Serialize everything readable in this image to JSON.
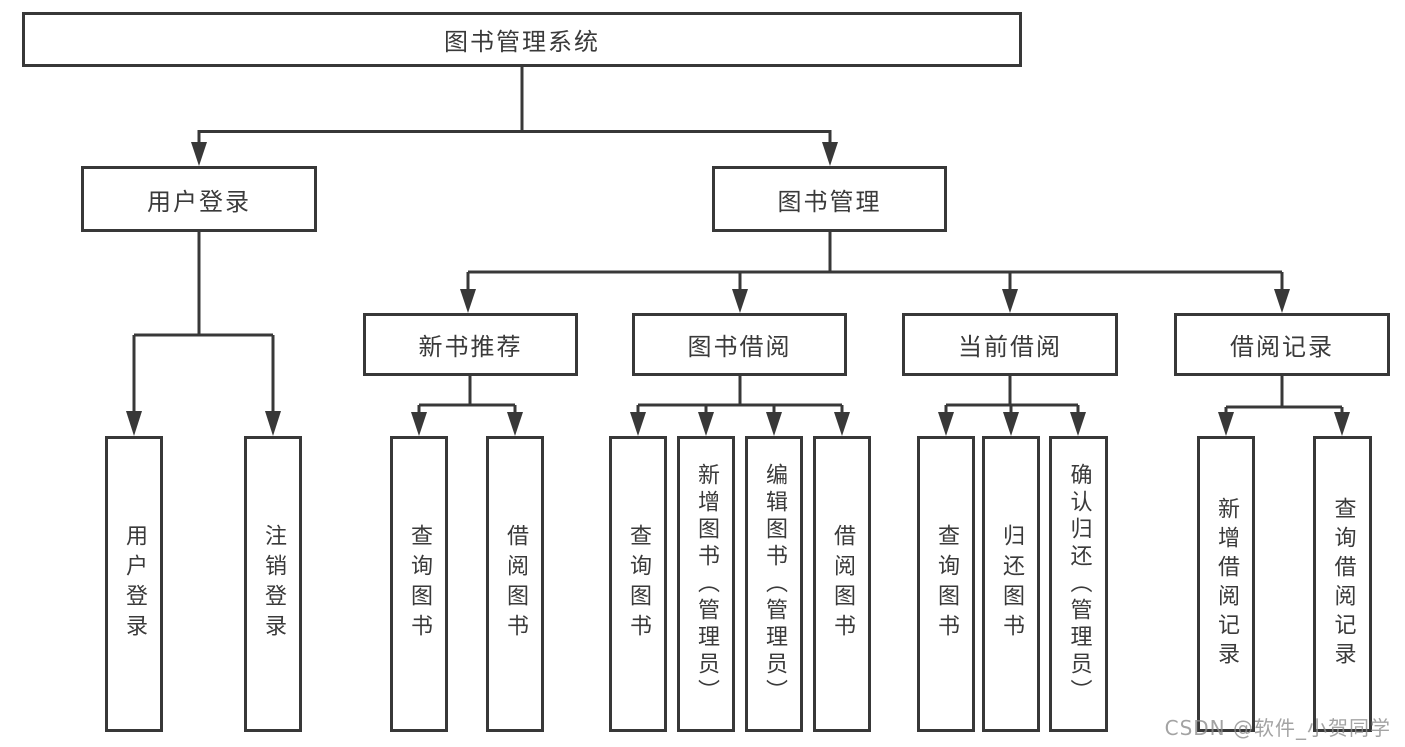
{
  "diagram_type": "hierarchy-tree",
  "tree": {
    "label": "图书管理系统",
    "children": [
      {
        "label": "用户登录",
        "children": [
          {
            "label": "用户登录"
          },
          {
            "label": "注销登录"
          }
        ]
      },
      {
        "label": "图书管理",
        "children": [
          {
            "label": "新书推荐",
            "children": [
              {
                "label": "查询图书"
              },
              {
                "label": "借阅图书"
              }
            ]
          },
          {
            "label": "图书借阅",
            "children": [
              {
                "label": "查询图书"
              },
              {
                "label": "新增图书（管理员）"
              },
              {
                "label": "编辑图书（管理员）"
              },
              {
                "label": "借阅图书"
              }
            ]
          },
          {
            "label": "当前借阅",
            "children": [
              {
                "label": "查询图书"
              },
              {
                "label": "归还图书"
              },
              {
                "label": "确认归还（管理员）"
              }
            ]
          },
          {
            "label": "借阅记录",
            "children": [
              {
                "label": "新增借阅记录"
              },
              {
                "label": "查询借阅记录"
              }
            ]
          }
        ]
      }
    ]
  },
  "watermark": {
    "text": "CSDN @软件_小贺同学"
  },
  "colors": {
    "line": "#383838",
    "text": "#3a3a3a",
    "box_fill": "#ffffff",
    "background": "#ffffff",
    "watermark": "#8c8c8c"
  }
}
